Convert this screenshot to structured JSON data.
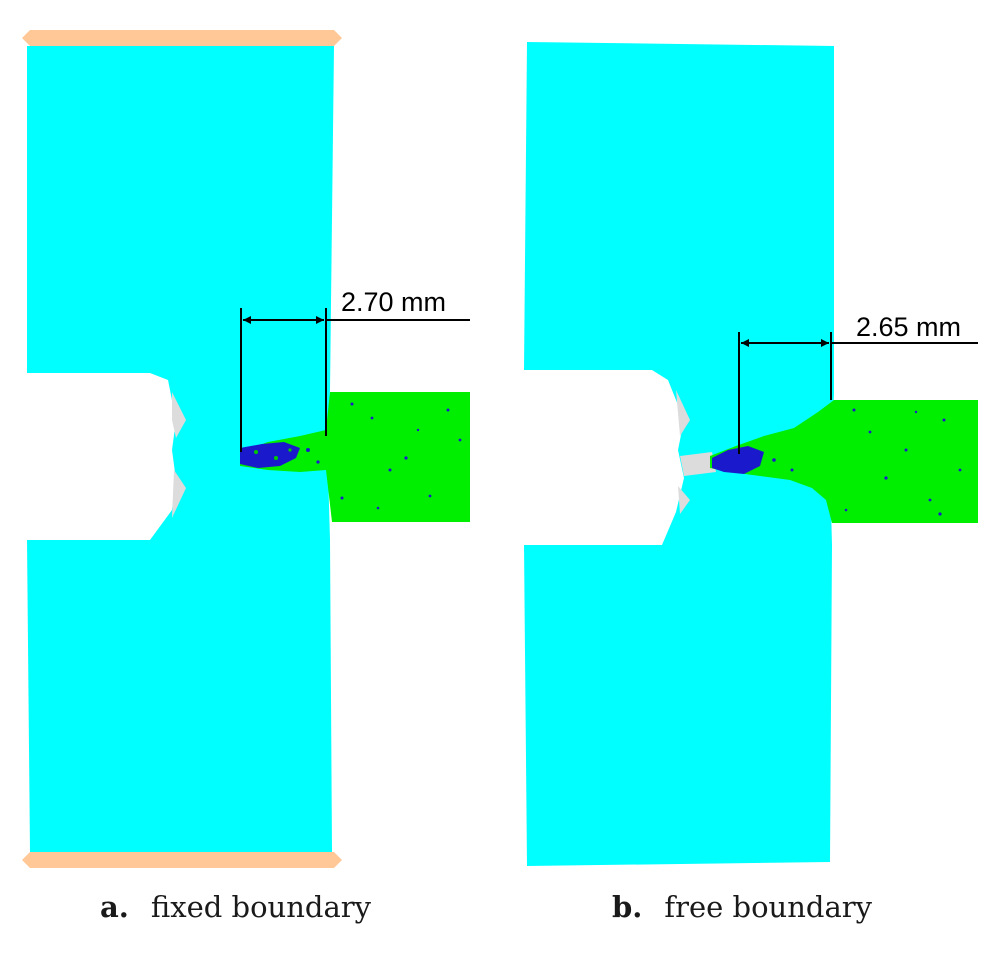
{
  "colors": {
    "plate": "#00ffff",
    "punch": "#00ee00",
    "damage": "#1a1acc",
    "void": "#dcdcdc",
    "clamp": "#ffc896",
    "dimension": "#000000"
  },
  "panels": [
    {
      "id": "a",
      "dimension_label": "2.70 mm",
      "caption_letter": "a.",
      "caption_text": "fixed boundary"
    },
    {
      "id": "b",
      "dimension_label": "2.65 mm",
      "caption_letter": "b.",
      "caption_text": "free boundary"
    }
  ]
}
